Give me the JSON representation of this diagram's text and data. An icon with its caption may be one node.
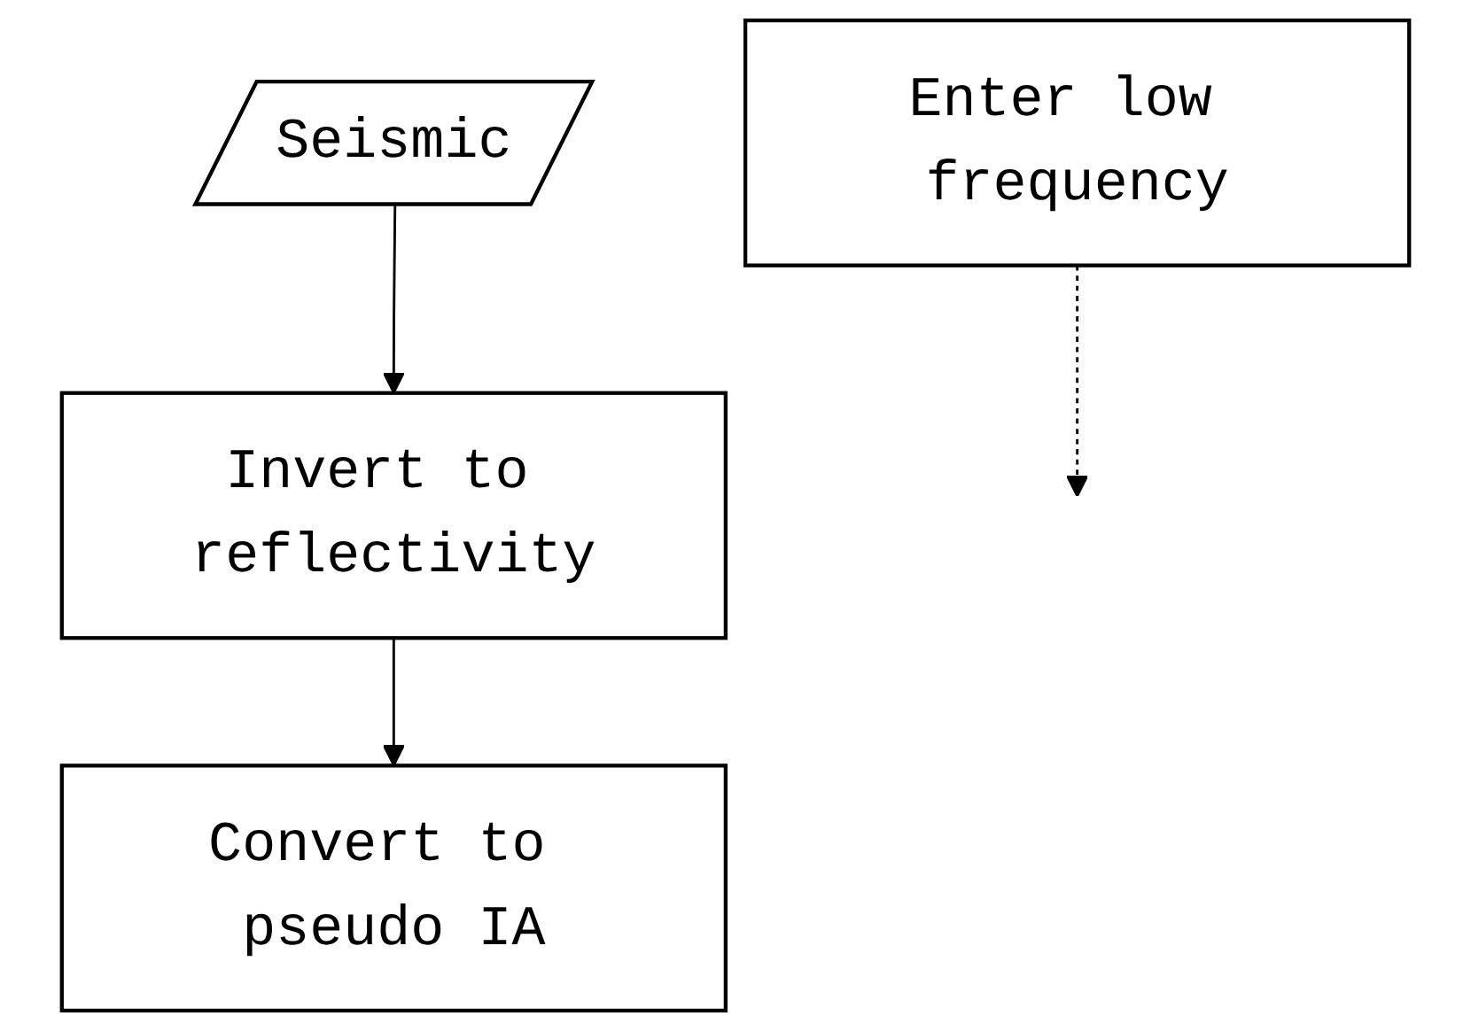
{
  "diagram": {
    "nodes": [
      {
        "text": [
          "Seismic"
        ]
      },
      {
        "text": [
          "Invert to reflectivity"
        ]
      },
      {
        "text": [
          "Enter low frequency"
        ]
      },
      {
        "text": [
          "Convert to pseudo IA"
        ]
      }
    ],
    "edges": [
      {
        "from": 0,
        "to": 1,
        "arrow": "to"
      },
      {
        "from": 1,
        "to": 3,
        "arrow": "to"
      },
      {
        "from": 2,
        "to": null,
        "arrow": "to",
        "style": "dashed"
      }
    ]
  }
}
